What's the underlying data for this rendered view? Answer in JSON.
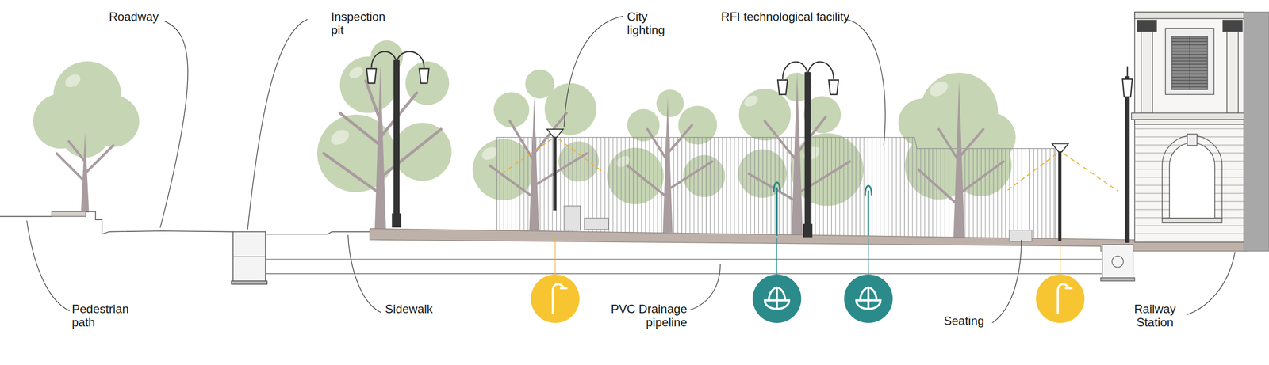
{
  "diagram": {
    "labels": [
      "Roadway",
      "Inspection pit",
      "City lighting",
      "RFI technological facility",
      "Pedestrian path",
      "Sidewalk",
      "PVC Drainage pipeline",
      "Seating",
      "Railway Station"
    ]
  }
}
